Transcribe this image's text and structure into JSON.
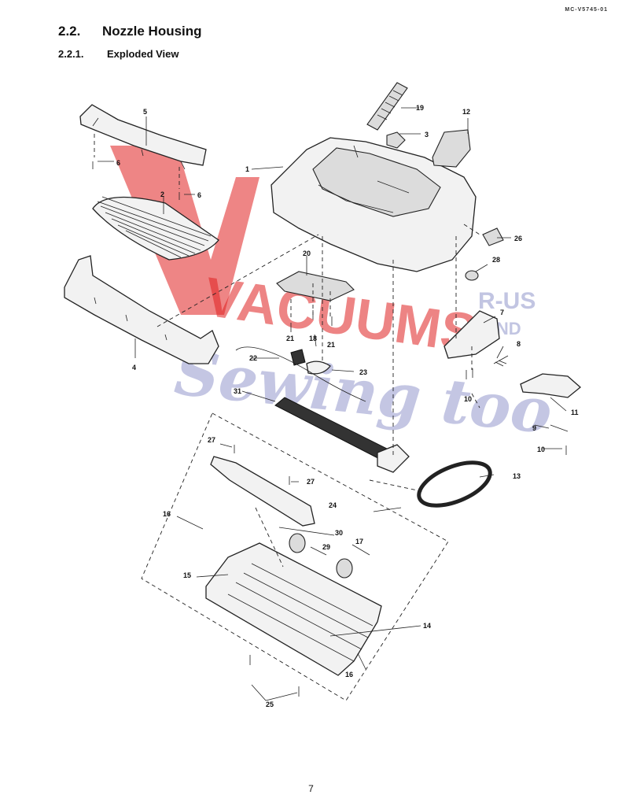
{
  "doc_code": "MC-V5745-01",
  "section": {
    "number": "2.2.",
    "title": "Nozzle Housing"
  },
  "subsection": {
    "number": "2.2.1.",
    "title": "Exploded View"
  },
  "callouts": {
    "c1": "1",
    "c2": "2",
    "c3": "3",
    "c4": "4",
    "c5": "5",
    "c6a": "6",
    "c6b": "6",
    "c7": "7",
    "c8": "8",
    "c9": "9",
    "c10a": "10",
    "c10b": "10",
    "c11": "11",
    "c12": "12",
    "c13": "13",
    "c14": "14",
    "c15": "15",
    "c16a": "16",
    "c16b": "16",
    "c17": "17",
    "c18": "18",
    "c19": "19",
    "c20": "20",
    "c21a": "21",
    "c21b": "21",
    "c22": "22",
    "c23": "23",
    "c24": "24",
    "c25": "25",
    "c26": "26",
    "c27a": "27",
    "c27b": "27",
    "c28": "28",
    "c29": "29",
    "c30": "30",
    "c31": "31"
  },
  "watermark": {
    "line1": "VACUUMS",
    "line2": "R-US",
    "line3": "AND",
    "line4": "Sewing too"
  },
  "page_number": "7"
}
